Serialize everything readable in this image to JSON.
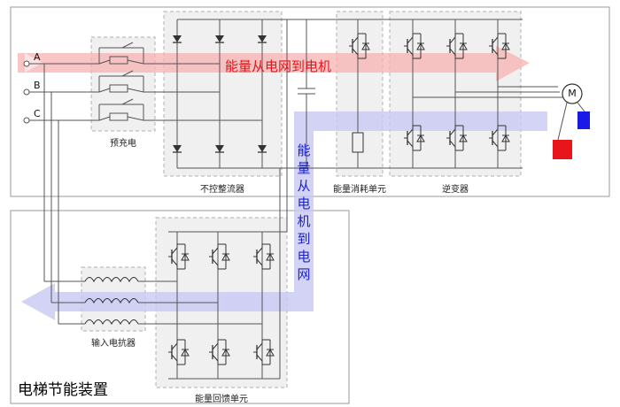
{
  "phases": [
    "A",
    "B",
    "C"
  ],
  "blocks": {
    "precharge": "预充电",
    "rectifier": "不控整流器",
    "brake_unit": "能量消耗单元",
    "inverter": "逆变器",
    "input_reactor": "输入电抗器",
    "feedback_unit": "能量回馈单元"
  },
  "flows": {
    "forward": "能量从电网到电机",
    "regen": "能量从电机到电网"
  },
  "device_title": "电梯节能装置",
  "motor_symbol": "M",
  "colors": {
    "forward_arrow": "#f7b2b2",
    "regen_arrow": "#c9c9f5",
    "forward_text": "#e0161b",
    "regen_text": "#1b22c8",
    "load_red": "#e8161b",
    "load_blue": "#1a1ae6",
    "block_fill": "#f0f0f0",
    "block_border": "#b0b0b0"
  }
}
